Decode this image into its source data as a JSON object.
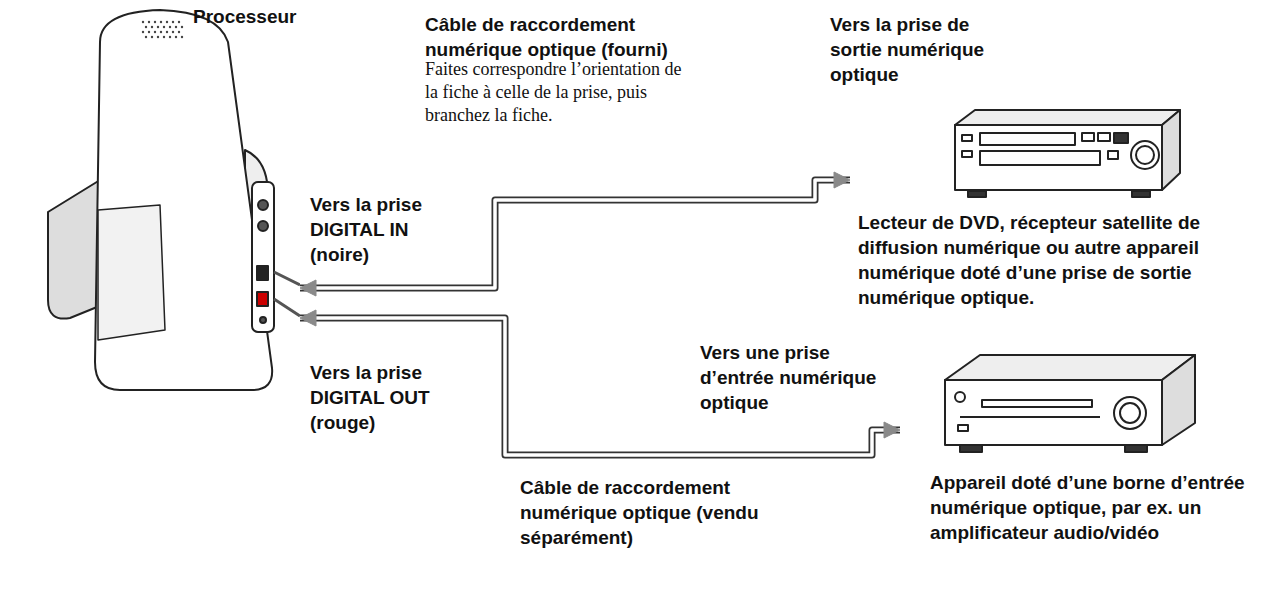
{
  "diagram": {
    "nodes": [
      {
        "text": [
          "Processeur"
        ]
      },
      {
        "text": [
          "Lecteur de DVD, récepteur satellite de diffusion numérique ou autre appareil numérique doté d’une prise de sortie numérique optique."
        ]
      },
      {
        "text": [
          "Appareil doté d’une borne d’entrée numérique optique, par ex. un amplificateur audio/vidéo"
        ]
      }
    ],
    "edges": [
      {
        "from": 0,
        "to": 1,
        "arrow": "both",
        "label": "Câble de raccordement numérique optique (fourni)"
      },
      {
        "from": 0,
        "to": 2,
        "arrow": "both",
        "label": "Câble de raccordement numérique optique (vendu séparément)"
      }
    ],
    "labels": [
      "Faites correspondre l’orientation de la fiche à celle de la prise, puis branchez la fiche.",
      "Vers la prise de sortie numérique optique",
      "Vers la prise DIGITAL IN (noire)",
      "Vers la prise DIGITAL OUT (rouge)",
      "Vers une prise d’entrée numérique optique"
    ]
  }
}
